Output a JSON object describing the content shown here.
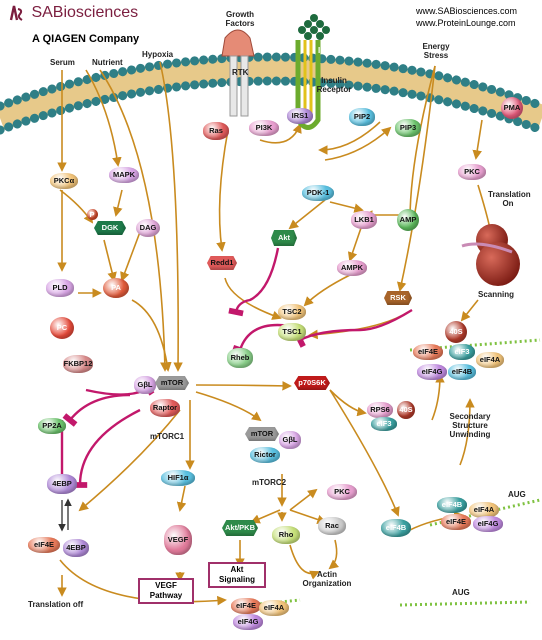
{
  "header": {
    "logo_text": "SABiosciences",
    "tagline": "A QIAGEN Company",
    "url1": "www.SABiosciences.com",
    "url2": "www.ProteinLounge.com"
  },
  "inputs": {
    "serum": "Serum",
    "nutrient": "Nutrient",
    "hypoxia": "Hypoxia",
    "growth_factors": "Growth Factors",
    "insulin": "Insulin",
    "insulin_receptor": "Insulin Receptor",
    "energy_stress": "Energy Stress",
    "rtk": "RTK"
  },
  "nodes": {
    "pkca": "PKCα",
    "mapk": "MAPK",
    "p": "P",
    "dgk": "DGK",
    "dag": "DAG",
    "pld": "PLD",
    "pa": "PA",
    "pc": "PC",
    "fkbp12": "FKBP12",
    "pp2a": "PP2A",
    "4ebp_top": "4EBP",
    "eif4e_left": "eIF4E",
    "4ebp_left": "4EBP",
    "ras": "Ras",
    "pi3k": "PI3K",
    "irs1": "IRS1",
    "pip2": "PIP2",
    "pip3": "PIP3",
    "pdk1": "PDK-1",
    "akt": "Akt",
    "lkb1": "LKB1",
    "amp": "AMP",
    "ampk": "AMPK",
    "redd1": "Redd1",
    "tsc2": "TSC2",
    "tsc1": "TSC1",
    "rheb": "Rheb",
    "rsk": "RSK",
    "pma": "PMA",
    "pkc_right": "PKC",
    "gbl1": "GβL",
    "mtor1": "mTOR",
    "raptor": "Raptor",
    "mtor2": "mTOR",
    "gbl2": "GβL",
    "rictor": "Rictor",
    "hif1a": "HIF1α",
    "vegf": "VEGF",
    "p70s6k": "p70S6K",
    "rps6": "RPS6",
    "40s_mid": "40S",
    "eif3_mid": "eIF3",
    "pkc_mid": "PKC",
    "aktpkb": "Akt/PKB",
    "rho": "Rho",
    "rac": "Rac",
    "eif4e_r": "eIF4E",
    "40s_r": "40S",
    "eif3_r": "eIF3",
    "eif4a_r": "eIF4A",
    "eif4g_r": "eIF4G",
    "eif4b_r": "eIF4B",
    "eif4b_mid": "eIF4B",
    "eif4b_br": "eIF4B",
    "eif4a_br": "eIF4A",
    "eif4e_br": "eIF4E",
    "eif4g_br": "eIF4G",
    "eif4e_bot": "eIF4E",
    "eif4a_bot": "eIF4A",
    "eif4g_bot": "eIF4G"
  },
  "labels": {
    "mtorc1": "mTORC1",
    "mtorc2": "mTORC2",
    "translation_on": "Translation On",
    "scanning": "Scanning",
    "secondary": "Secondary Structure Unwinding",
    "aug1": "AUG",
    "aug2": "AUG",
    "actin": "Actin Organization",
    "translation_off": "Translation off"
  },
  "boxes": {
    "vegf_pathway": "VEGF Pathway",
    "akt_signaling": "Akt Signaling"
  },
  "colors": {
    "membrane": "#2f7f86",
    "arrow": "#c98b1f",
    "inhibit": "#c2186b",
    "box_border": "#a0306a"
  }
}
